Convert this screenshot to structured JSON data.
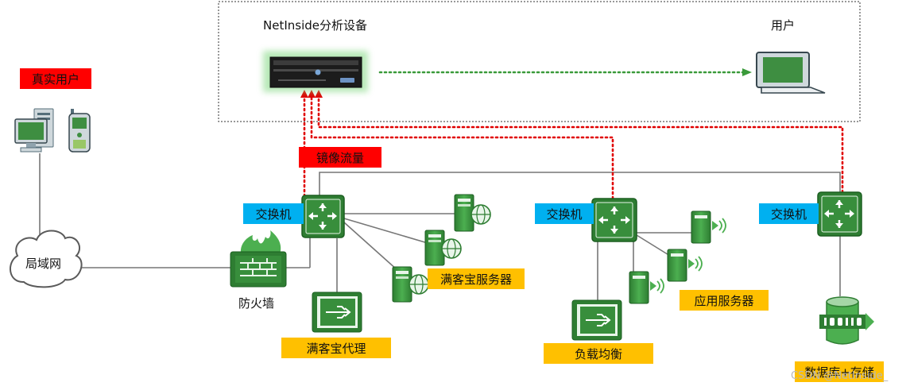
{
  "monitor_box": {
    "device_label": "NetInside分析设备",
    "user_label": "用户"
  },
  "left": {
    "real_users_tag": "真实用户",
    "lan_label": "局域网"
  },
  "mirror_tag": "镜像流量",
  "firewall_label": "防火墙",
  "switches": [
    "交换机",
    "交换机",
    "交换机"
  ],
  "tags": {
    "proxy": "满客宝代理",
    "mkb_servers": "满客宝服务器",
    "load_balancer": "负载均衡",
    "app_servers": "应用服务器",
    "db_storage": "数据库+存储"
  },
  "watermark": "CSDN @NetInside_",
  "colors": {
    "device_green": "#3c8c3c",
    "device_dark": "#1f6030",
    "mirror_line": "#e00000",
    "flow_line": "#3a9a3a",
    "tag_red": "#ff0000",
    "tag_blue": "#00b0f0",
    "tag_yellow": "#ffc000"
  }
}
